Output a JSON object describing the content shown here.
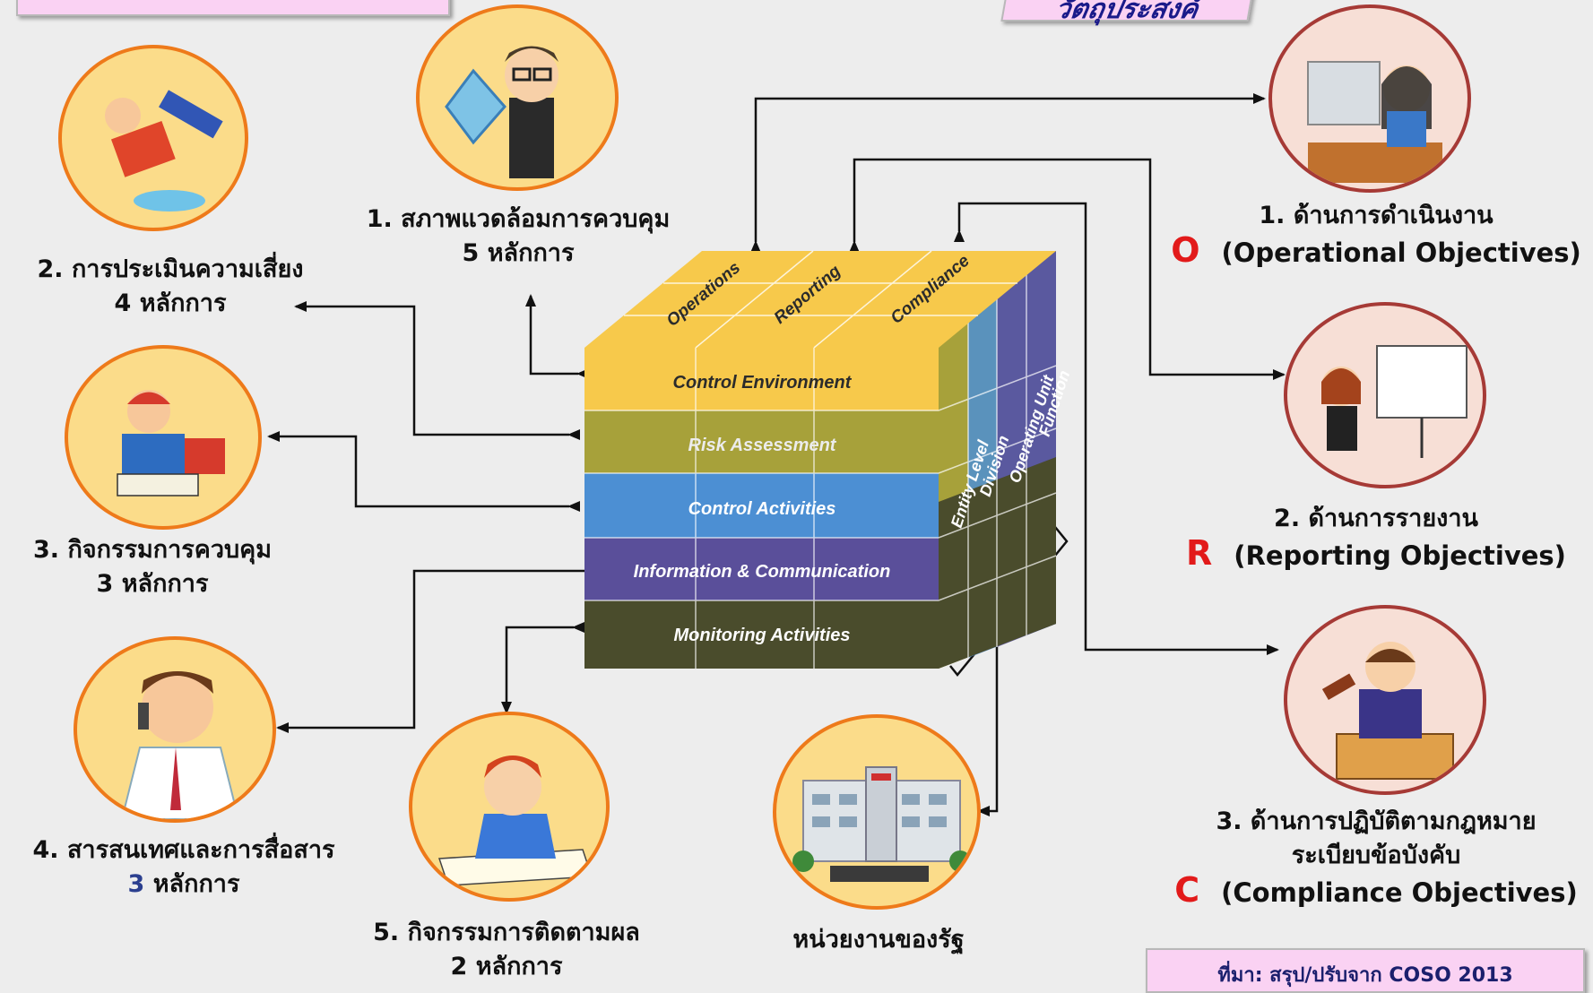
{
  "source_note": "ที่มา: สรุป/ปรับจาก COSO  2013",
  "objectives_banner": "วัตถุประสงค์",
  "components": [
    {
      "num": "1.",
      "title": "สภาพแวดล้อมการควบคุม",
      "count": "5",
      "unit": "หลักการ",
      "icon": "honesty-businessman-icon"
    },
    {
      "num": "2.",
      "title": "การประเมินความเสี่ยง",
      "count": "4",
      "unit": "หลักการ",
      "icon": "slipping-man-icon"
    },
    {
      "num": "3.",
      "title": "กิจกรรมการควบคุม",
      "count": "3",
      "unit": "หลักการ",
      "icon": "maintenance-worker-icon"
    },
    {
      "num": "4.",
      "title": "สารสนเทศและการสื่อสาร",
      "count": "3",
      "unit": "หลักการ",
      "icon": "phone-call-man-icon"
    },
    {
      "num": "5.",
      "title": "กิจกรรมการติดตามผล",
      "count": "2",
      "unit": "หลักการ",
      "icon": "thinking-student-icon"
    }
  ],
  "objectives": [
    {
      "num": "1.",
      "title": "ด้านการดำเนินงาน",
      "letter": "O",
      "english": "(Operational Objectives)",
      "icon": "office-worker-icon"
    },
    {
      "num": "2.",
      "title": "ด้านการรายงาน",
      "letter": "R",
      "english": "(Reporting Objectives)",
      "icon": "presenter-board-icon"
    },
    {
      "num": "3.",
      "title": "ด้านการปฏิบัติตามกฎหมาย",
      "title2": "ระเบียบข้อบังคับ",
      "letter": "C",
      "english": "(Compliance Objectives)",
      "icon": "judge-gavel-icon"
    }
  ],
  "agency": {
    "label": "หน่วยงานของรัฐ",
    "icon": "government-building-icon"
  },
  "cube": {
    "top_labels": [
      "Operations",
      "Reporting",
      "Compliance"
    ],
    "front_layers": [
      "Control Environment",
      "Risk Assessment",
      "Control Activities",
      "Information & Communication",
      "Monitoring Activities"
    ],
    "side_labels": [
      "Entity Level",
      "Division",
      "Operating Unit",
      "Function"
    ],
    "layer_colors": [
      "#f7c94b",
      "#a7a13a",
      "#4c8fd3",
      "#5a4f9a",
      "#4a4c2c"
    ]
  }
}
